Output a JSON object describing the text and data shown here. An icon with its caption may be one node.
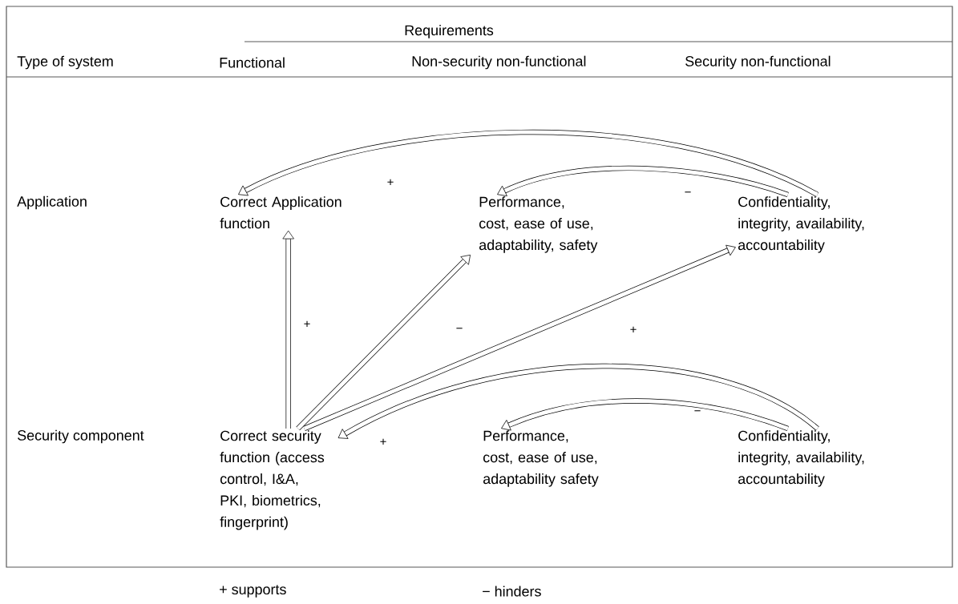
{
  "diagram": {
    "nodes": [
      {
        "text": [
          "Correct Application function"
        ]
      },
      {
        "text": [
          "Performance, cost, ease of use, adaptability, safety"
        ]
      },
      {
        "text": [
          "Confidentiality, integrity, availability, accountability"
        ]
      },
      {
        "text": [
          "Correct security function (access control, I&A, PKI, biometrics, fingerprint)"
        ]
      },
      {
        "text": [
          "Performance, cost, ease of use, adaptability safety"
        ]
      },
      {
        "text": [
          "Confidentiality, integrity, availability, accountability"
        ]
      }
    ],
    "edges": [
      {
        "from": 2,
        "to": 0,
        "arrow": "to",
        "label": "+"
      },
      {
        "from": 2,
        "to": 1,
        "arrow": "to",
        "label": "−"
      },
      {
        "from": 3,
        "to": 0,
        "arrow": "to",
        "label": "+"
      },
      {
        "from": 3,
        "to": 1,
        "arrow": "to",
        "label": "−"
      },
      {
        "from": 3,
        "to": 2,
        "arrow": "to",
        "label": "+"
      },
      {
        "from": 5,
        "to": 3,
        "arrow": "to",
        "label": "+"
      },
      {
        "from": 5,
        "to": 4,
        "arrow": "to",
        "label": "−"
      }
    ],
    "labels": [
      "Requirements",
      "Type of system",
      "Functional",
      "Non-security non-functional",
      "Security non-functional",
      "Application",
      "Security component",
      "+ supports",
      "− hinders"
    ]
  }
}
